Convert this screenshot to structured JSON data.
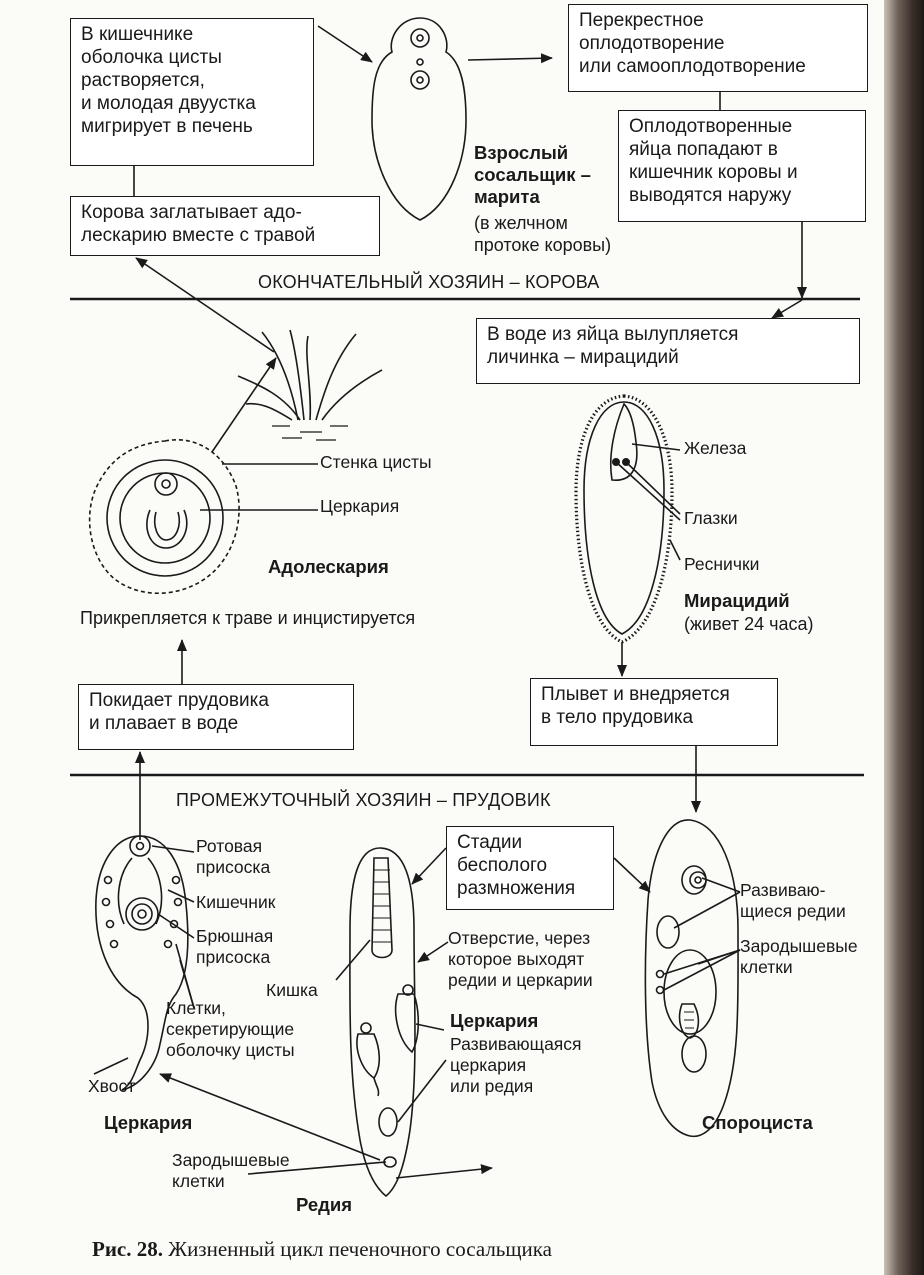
{
  "boxes": {
    "intestine": "В кишечнике\nоболочка цисты\nрастворяется,\nи молодая двуустка\nмигрирует в печень",
    "cow_swallows": "Корова заглатывает адо-\nлескарию вместе с травой",
    "fertilization": "Перекрестное\nоплодотворение\nили самооплодотворение",
    "eggs": "Оплодотворенные\nяйца попадают в\nкишечник коровы и\nвыводятся наружу",
    "hatch": "В воде из яйца вылупляется\nличинка – мирацидий",
    "leaves_snail": "Покидает прудовика\nи плавает в воде",
    "swims": "Плывет и внедряется\nв тело прудовика",
    "asexual": "Стадии\nбесполого\nразмножения"
  },
  "hosts": {
    "final": "ОКОНЧАТЕЛЬНЫЙ ХОЗЯИН – КОРОВА",
    "intermediate": "ПРОМЕЖУТОЧНЫЙ ХОЗЯИН – ПРУДОВИК"
  },
  "marita": {
    "title": "Взрослый\nсосальщик –\nмарита",
    "note": "(в желчном\nпротоке коровы)"
  },
  "adolescaria": {
    "cyst_wall": "Стенка цисты",
    "cercaria": "Церкария",
    "title": "Адолескария",
    "attaches": "Прикрепляется к  траве и инцистируется"
  },
  "miracidium": {
    "gland": "Железа",
    "eyes": "Глазки",
    "cilia": "Реснички",
    "title": "Мирацидий",
    "lifetime": "(живет 24 часа)"
  },
  "cercaria": {
    "oral_sucker": "Ротовая\nприсоска",
    "intestine": "Кишечник",
    "ventral_sucker": "Брюшная\nприсоска",
    "cells": "Клетки,\nсекретирующие\nоболочку цисты",
    "tail": "Хвост",
    "title": "Церкария"
  },
  "redia": {
    "gut": "Кишка",
    "opening": "Отверстие, через\nкоторое выходят\nредии и церкарии",
    "cercaria_title": "Церкария",
    "developing": "Развивающаяся\nцеркария\nили редия",
    "germ_cells": "Зародышевые\nклетки",
    "title": "Редия"
  },
  "sporocyst": {
    "developing_rediae": "Развиваю-\nщиеся редии",
    "germ_cells": "Зародышевые\nклетки",
    "title": "Спороциста"
  },
  "caption": {
    "label": "Рис. 28.",
    "text": "Жизненный цикл печеночного сосальщика"
  }
}
